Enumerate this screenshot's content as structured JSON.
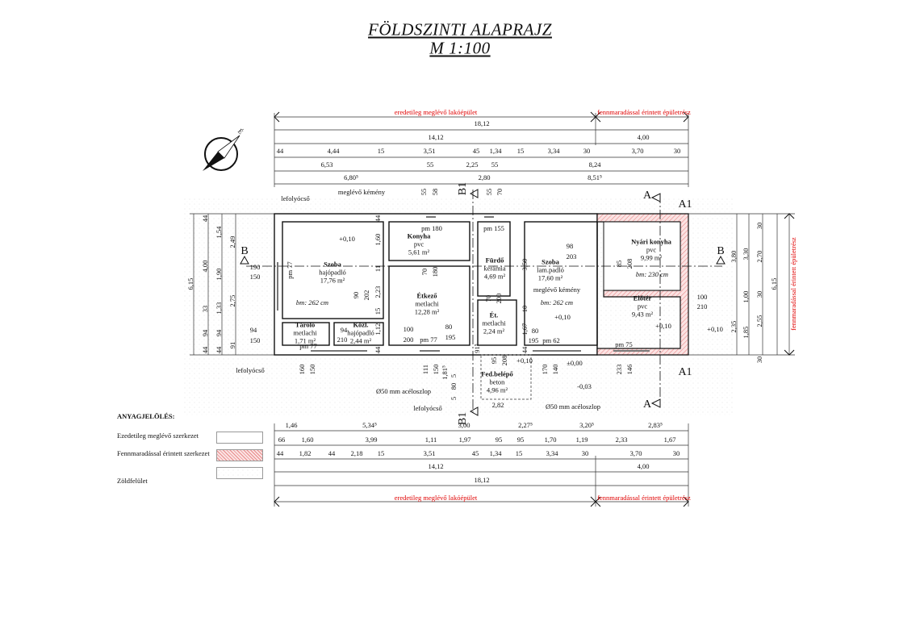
{
  "title": "FÖLDSZINTI ALAPRAJZ",
  "scale": "M 1:100",
  "north_label": "É",
  "colors": {
    "existing_wall": "#111111",
    "affected_hatch": "#e88a8a",
    "dimension_red": "#e00000"
  },
  "top": {
    "existing_label": "eredetileg meglévő lakóépület",
    "affected_label": "fennmaradással érintett épületrész",
    "total": "18,12",
    "row2": [
      "14,12",
      "4,00"
    ],
    "row3": [
      "44",
      "4,44",
      "15",
      "3,51",
      "45",
      "1,34",
      "15",
      "3,34",
      "30",
      "3,70",
      "30"
    ],
    "row4": [
      "6,53",
      "55",
      "2,25",
      "55",
      "8,24"
    ],
    "row5": [
      "6,80⁵",
      "2,80",
      "8,51⁵"
    ]
  },
  "bottom": {
    "row1": [
      "1,46",
      "5,34⁵",
      "3,00",
      "2,27⁵",
      "3,20⁵",
      "2,83⁵"
    ],
    "row2": [
      "66",
      "1,60",
      "3,99",
      "1,11",
      "1,97",
      "95",
      "95",
      "1,70",
      "1,19",
      "2,33",
      "1,67"
    ],
    "row3": [
      "44",
      "1,82",
      "44",
      "2,18",
      "15",
      "3,51",
      "45",
      "1,34",
      "15",
      "3,34",
      "30",
      "3,70",
      "30"
    ],
    "row4": [
      "14,12",
      "4,00"
    ],
    "total": "18,12",
    "existing_label": "eredetileg meglévő lakóépület",
    "affected_label": "fennmaradással érintett épületrész"
  },
  "left": {
    "c1": [
      "6,15"
    ],
    "c2": [
      "44",
      "4,00",
      "33",
      "94",
      "44"
    ],
    "c3": [
      "1,54",
      "1,90",
      "1,33",
      "94",
      "44"
    ],
    "c4": [
      "2,49",
      "2,75",
      "91"
    ]
  },
  "right": {
    "c1": [
      "3,80",
      "2,35"
    ],
    "c2": [
      "3,30",
      "1,00",
      "1,85"
    ],
    "c3": [
      "30",
      "2,70",
      "30",
      "2,55",
      "30"
    ],
    "c4": [
      "6,15"
    ],
    "affected_label": "fennmaradással érintett épületrész"
  },
  "rooms": [
    {
      "name": "Szoba",
      "floor": "hajópadló",
      "area": "17,76 m²"
    },
    {
      "name": "Konyha",
      "floor": "pvc",
      "area": "5,61 m²"
    },
    {
      "name": "Fürdő",
      "floor": "kerámia",
      "area": "4,69 m²"
    },
    {
      "name": "Szoba",
      "floor": "lam.padló",
      "area": "17,60 m²"
    },
    {
      "name": "Nyári konyha",
      "floor": "pvc",
      "area": "9,99 m²"
    },
    {
      "name": "Étkező",
      "floor": "metlachi",
      "area": "12,28 m²"
    },
    {
      "name": "Ét.",
      "floor": "metlachi",
      "area": "2,24 m²"
    },
    {
      "name": "Előtér",
      "floor": "pvc",
      "area": "9,43 m²"
    },
    {
      "name": "Tároló",
      "floor": "metlachi",
      "area": "1,71 m²"
    },
    {
      "name": "Közl.",
      "floor": "hajópadló",
      "area": "2,44 m²"
    },
    {
      "name": "Fed.belépő",
      "floor": "beton",
      "area": "4,96 m²"
    }
  ],
  "annotations": {
    "chimney": "meglévő kémény",
    "downpipe": "lefolyócső",
    "steel_column": "Ø50 mm acéloszlop",
    "level_010": "+0,10",
    "level_000": "±0,00",
    "level_neg003": "-0,03",
    "ceiling_262": "bm: 262 cm",
    "ceiling_230": "bm: 230 cm",
    "pm180": "pm 180",
    "pm155": "pm 155",
    "pm77": "pm 77",
    "pm62": "pm 62",
    "pm75": "pm 75",
    "sec_a": "A",
    "sec_a1": "A1",
    "sec_b": "B",
    "sec_b1": "B1",
    "misc": [
      "55",
      "58",
      "55",
      "70",
      "190",
      "150",
      "94",
      "150",
      "90",
      "202",
      "70",
      "180",
      "1,60",
      "11",
      "2,23",
      "15",
      "1,12",
      "44",
      "44",
      "100",
      "200",
      "80",
      "195",
      "94",
      "210",
      "98",
      "203",
      "85",
      "208",
      "70",
      "200",
      "3,50",
      "10",
      "1,67",
      "80",
      "195",
      "44",
      "100",
      "210",
      "160",
      "150",
      "111",
      "150",
      "1,81⁵",
      "5",
      "80",
      "5",
      "95",
      "208",
      "170",
      "140",
      "233",
      "146",
      "2,82",
      "91⁵"
    ]
  },
  "legend": {
    "heading": "ANYAGJELÖLÉS:",
    "items": [
      "Ezedetileg meglévő szerkezet",
      "Fennmaradással érintett szerkezet",
      "Zöldfelület"
    ]
  }
}
